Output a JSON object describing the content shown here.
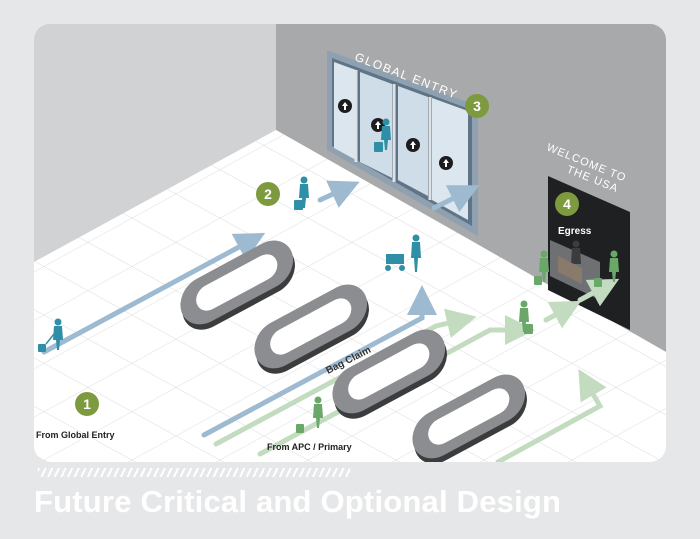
{
  "sign_global_entry": "GLOBAL ENTRY",
  "sign_welcome_line1": "WELCOME TO",
  "sign_welcome_line2": "THE USA",
  "markers": [
    {
      "number": "1",
      "label": "From Global Entry"
    },
    {
      "number": "2",
      "label": ""
    },
    {
      "number": "3",
      "label": ""
    },
    {
      "number": "4",
      "label": "Egress"
    }
  ],
  "bag_claim_label": "Bag Claim",
  "from_apc_label": "From APC / Primary",
  "footer_title": "Future Critical and Optional Design",
  "colors": {
    "background": "#e6e7e8",
    "wall": "#a7a9ab",
    "floor": "#ffffff",
    "marker_green": "#7d9a3e",
    "person_teal": "#2e8fa6",
    "person_green": "#6aa86a",
    "path_blue": "#9dbad1",
    "path_green": "#c3dcc0",
    "carousel": "#3b3c3e"
  },
  "icons": [
    "up-arrow-icon",
    "traveler-icon",
    "bag-cart-icon"
  ]
}
